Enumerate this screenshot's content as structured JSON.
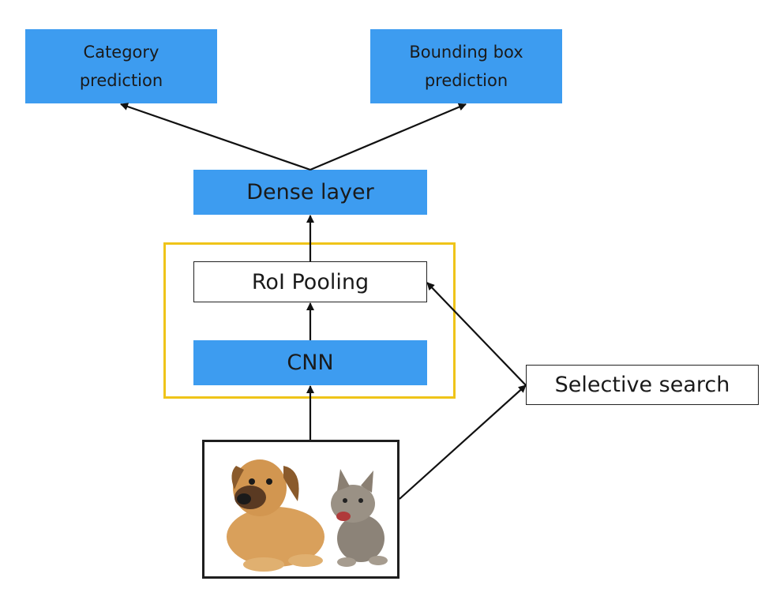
{
  "nodes": {
    "category_prediction": "Category prediction",
    "bounding_box_prediction": "Bounding box prediction",
    "dense_layer": "Dense layer",
    "roi_pooling": "RoI Pooling",
    "cnn": "CNN",
    "selective_search": "Selective search"
  },
  "image": {
    "subjects": [
      "puppy",
      "kitten"
    ]
  },
  "colors": {
    "box_fill": "#3d9cf0",
    "group_border": "#efc419",
    "arrow": "#111111"
  }
}
